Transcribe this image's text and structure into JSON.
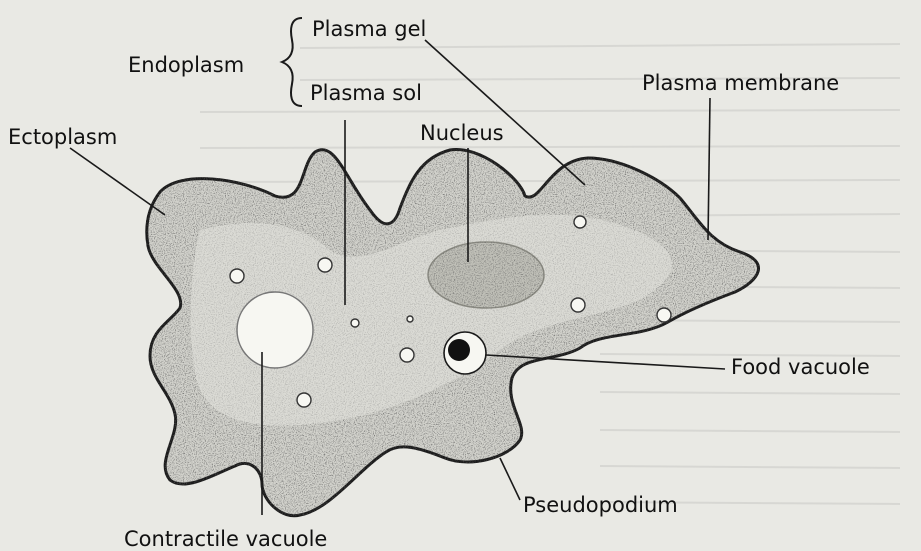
{
  "labels": {
    "endoplasm": "Endoplasm",
    "plasma_gel": "Plasma gel",
    "plasma_sol": "Plasma sol",
    "ectoplasm": "Ectoplasm",
    "nucleus": "Nucleus",
    "plasma_membrane": "Plasma membrane",
    "food_vacuole": "Food vacuole",
    "pseudopodium": "Pseudopodium",
    "contractile_vacuole": "Contractile vacuole"
  },
  "colors": {
    "background": "#e9e9e4",
    "cell_fill": "#d2d2cc",
    "outline": "#1a1a1a",
    "vacuole_fill": "#f7f7f2"
  }
}
